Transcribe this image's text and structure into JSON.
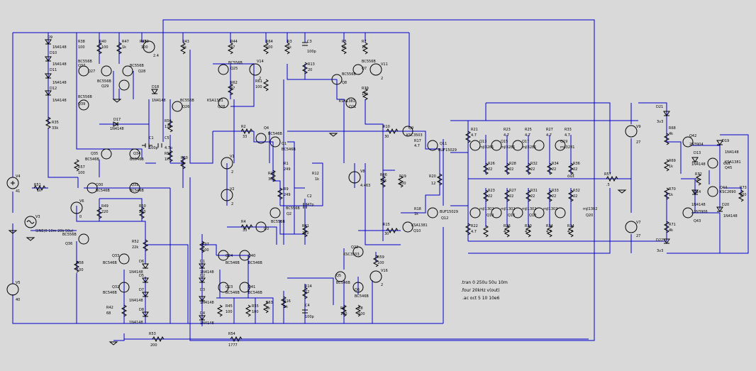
{
  "spice": {
    "tran": ".tran 0 250u 50u 10m",
    "four": ".four 20kHz v(out)",
    "ac": ".ac oct 5 10 10e6"
  },
  "sources": {
    "V4": "V4",
    "V4v": "41",
    "V5": "V5",
    "V5v": "40",
    "V3": "V3",
    "V3v": "SINE(0 10m 20k 50u)",
    "V6": "V6",
    "V6v": "0",
    "V10": "V10",
    "V10v": "2.4",
    "V14": "V14",
    "V14v": "2",
    "V1": "V1",
    "V1v": "2",
    "V2": "V2",
    "V2v": "2",
    "V11": "V11",
    "V11v": "2",
    "V8": "V8",
    "V8v": "4.463",
    "V16": "V16",
    "V16v": "2",
    "V9": "V9",
    "V9v": "27",
    "V7": "V7",
    "V7v": "27"
  },
  "nets": {
    "out": "out"
  },
  "labels": {
    "D9": "D9",
    "D10": "D10",
    "D11": "D11",
    "D12": "D12",
    "D17": "D17",
    "D18": "D18",
    "D21": "D21",
    "D22": "D22",
    "D19": "D19",
    "D20": "D20",
    "D13": "D13",
    "D14": "D14",
    "D4": "D4",
    "D5": "D5",
    "D6": "D6",
    "D7": "D7",
    "D8": "D8",
    "D1": "D1",
    "D2": "D2",
    "D3": "D3",
    "in4148": "1N4148",
    "d3v3": "3v3",
    "d3v3b": "3v3",
    "R38": "R38",
    "R38v": "100",
    "R40": "R40",
    "R40v": "100",
    "R47": "R47",
    "R47v": "1k",
    "R48": "R48",
    "R48v": "100",
    "R43": "R43",
    "R43v": "1k",
    "R44": "R44",
    "R44v": "47",
    "R64": "R64",
    "R64v": "100",
    "R3": "R3",
    "R3v": "1k",
    "R5": "R5",
    "R5v": "1k",
    "R7": "R7",
    "R7v": "1k",
    "R39": "R39",
    "R39v": "10k",
    "R13": "R13",
    "R13v": "20",
    "R62": "R62",
    "R62v": "47",
    "R61": "R61",
    "R61v": "100",
    "R36": "R36",
    "R36v": "100",
    "R35": "R35",
    "R35v": "33k",
    "R56": "R56",
    "R56v": "12k",
    "R58": "R58",
    "R58v": "1k",
    "R60": "R60",
    "R60v": "1k",
    "R57": "R57",
    "R57v": "100",
    "R49": "R49",
    "R49v": "220",
    "R50": "R50",
    "R50v": "220",
    "R51": "R51",
    "R51v": "1k",
    "R52": "R52",
    "R52v": "22k",
    "R58b": "R58",
    "R58bv": "100",
    "R2": "R2",
    "R2v": "33",
    "R4": "R4",
    "R4v": "33",
    "R11": "R11",
    "R11v": "300",
    "R1": "R1",
    "R1v": "249",
    "R12": "R12",
    "R12v": "1k",
    "R9": "R9",
    "R9v": "249",
    "R41": "R41",
    "R41v": "220",
    "R46": "R46",
    "R46v": "14k",
    "R10": "R10",
    "R10v": "30",
    "R15": "R15",
    "R15v": "30",
    "R16": "R16",
    "R16v": "1k",
    "R17": "R17",
    "R17v": "4.7",
    "R19": "R19",
    "R19v": "100",
    "R20": "R20",
    "R20v": "12",
    "R63": "R63",
    "R63v": "1k",
    "R59": "R59",
    "R59v": "100",
    "R14": "R14",
    "R14v": "22",
    "R42": "R42",
    "R42v": "68",
    "R45": "R45",
    "R45v": "100",
    "R53": "R53",
    "R53v": "200",
    "R54": "R54",
    "R54v": "1777",
    "R37": "R37",
    "R37v": "100",
    "R55": "R55",
    "R55v": "100",
    "R18": "R18",
    "R18v": "1k",
    "R6": "R6",
    "R6v": "100",
    "R8": "R8",
    "R8v": "100",
    "R57b": "R57",
    "R57bv": ".5",
    "R68": "R68",
    "R68v": "4k",
    "R69": "R69",
    "R69v": "1k",
    "R70": "R70",
    "R70v": "1k",
    "R71": "R71",
    "R71v": "4k",
    "R72": "R72",
    "R72v": "1k",
    "R73": "R73",
    "R73v": "100",
    "R21": "R21",
    "R23": "R23",
    "R25": "R25",
    "R27": "R27",
    "R22": "R22",
    "R24": "R24",
    "R26": "R26",
    "R28": "R28",
    "R29": "R29",
    "R30": "R30",
    "R31": "R31",
    "R32": "R32",
    "R33": "R33",
    "R34": "R34",
    "R35b": "R35",
    "R36b": "R36",
    "r47": "4.7",
    "r22": "22",
    "C1": "C1",
    "C1v": "100p",
    "C2": "C2",
    "C2v": "47p",
    "C3": "C3",
    "C3v": "100p",
    "C4": "C4",
    "C4v": "100p",
    "C5": "C5",
    "C5v": "4.7p",
    "Q36": "Q36",
    "Q37": "Q37",
    "Q38": "Q38",
    "Q39": "Q39",
    "Q28": "Q28",
    "Q26": "Q26",
    "Q34": "Q34",
    "Q35": "Q35",
    "Q30": "Q30",
    "Q31": "Q31",
    "Q29": "Q29",
    "Q25": "Q25",
    "Q23": "Q23",
    "Q24": "Q24",
    "Q40": "Q40",
    "Q41": "Q41",
    "Q32": "Q32",
    "Q33": "Q33",
    "Q1": "Q1",
    "Q2": "Q2",
    "Q3": "Q3",
    "Q4": "Q4",
    "Q5": "Q5",
    "Q6": "Q6",
    "Q7": "Q7",
    "Q8": "Q8",
    "Q9": "Q9",
    "Q10": "Q10",
    "Q11": "Q11",
    "Q12": "Q12",
    "Q13": "Q13",
    "Q14": "Q14",
    "Q15": "Q15",
    "Q16": "Q16",
    "Q17": "Q17",
    "Q18": "Q18",
    "Q19": "Q19",
    "Q20": "Q20",
    "Q21": "Q21",
    "Q22": "Q22",
    "Q42": "Q42",
    "Q43": "Q43",
    "Q44": "Q44",
    "Q45": "Q45",
    "Q27": "Q27",
    "BC556B": "BC556B",
    "BC546B": "BC546B",
    "BC560B": "BC560B",
    "KSA1381": "KSA1381",
    "KSC3503": "KSC3503",
    "MJL3281": "mjl3281",
    "MJL1302": "mjl1302",
    "BUF1": "BUF15029",
    "BUF2": "BUF15029",
    "N2N3904": "2N3904",
    "N2N3906": "2N3906",
    "KSC2690": "KSC2690"
  }
}
